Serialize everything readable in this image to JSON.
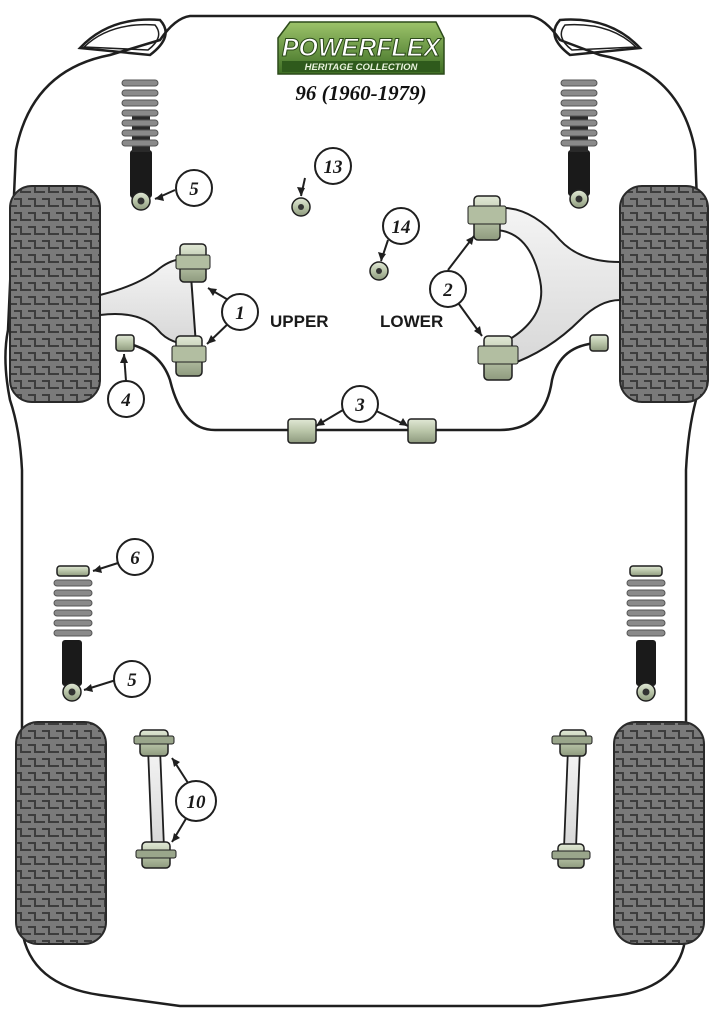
{
  "logo": {
    "brand": "POWERFLEX",
    "subtitle": "HERITAGE COLLECTION"
  },
  "model": "96 (1960-1979)",
  "labels": {
    "upper": "UPPER",
    "lower": "LOWER"
  },
  "callouts": {
    "c1": "1",
    "c2": "2",
    "c3": "3",
    "c4": "4",
    "c5_front": "5",
    "c5_rear": "5",
    "c6": "6",
    "c10": "10",
    "c13": "13",
    "c14": "14"
  },
  "colors": {
    "bushing": "#c7d2b8",
    "bushing_dark": "#6e7a62",
    "tyre": "#6b6b6b",
    "outline": "#1f1f1f",
    "logo_green": "#5d8f3a"
  }
}
